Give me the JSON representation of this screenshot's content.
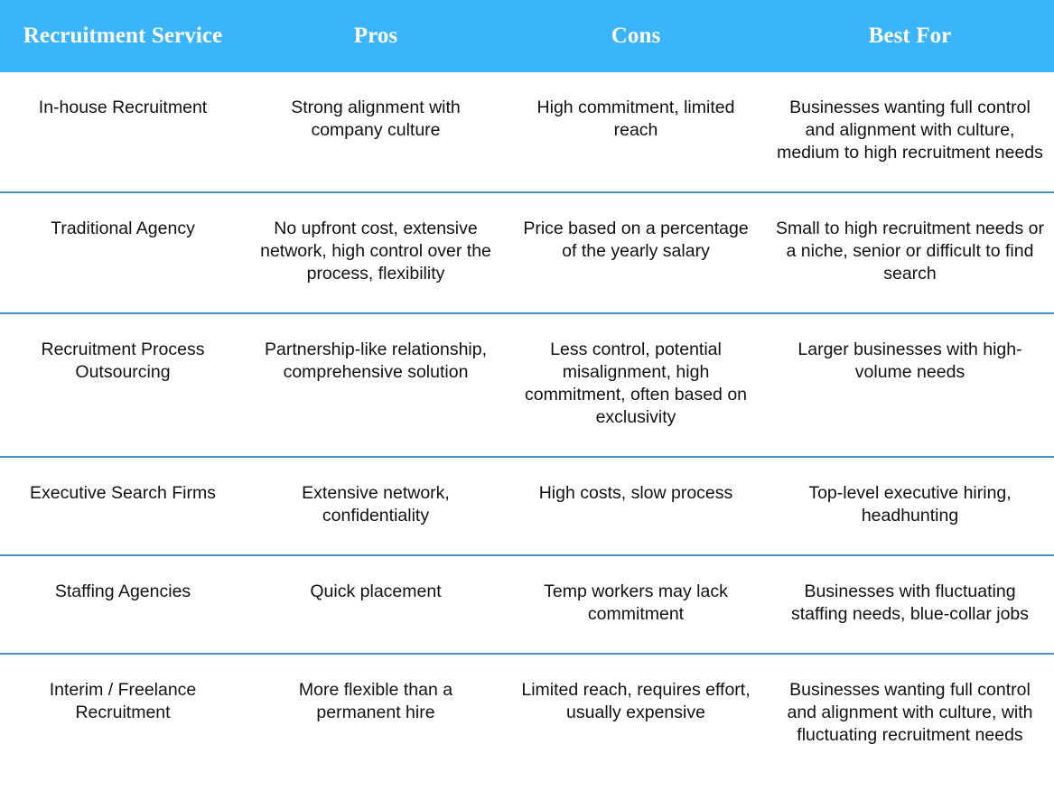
{
  "table": {
    "accent_color": "#3ab4fb",
    "separator_color": "#4a90c2",
    "header_text_color": "#ffffff",
    "body_text_color": "#111111",
    "columns": [
      {
        "key": "service",
        "label": "Recruitment Service"
      },
      {
        "key": "pros",
        "label": "Pros"
      },
      {
        "key": "cons",
        "label": "Cons"
      },
      {
        "key": "best_for",
        "label": "Best For"
      }
    ],
    "rows": [
      {
        "service": "In-house Recruitment",
        "pros": "Strong alignment with company culture",
        "cons": "High commitment, limited reach",
        "best_for": "Businesses wanting full control and alignment with culture, medium to high recruitment needs"
      },
      {
        "service": "Traditional Agency",
        "pros": "No upfront cost, extensive network, high control over the process, flexibility",
        "cons": "Price based on a percentage of the yearly salary",
        "best_for": "Small to high recruitment needs or a niche, senior or difficult to find search"
      },
      {
        "service": "Recruitment Process Outsourcing",
        "pros": "Partnership-like relationship, comprehensive solution",
        "cons": "Less control, potential misalignment, high commitment, often based on exclusivity",
        "best_for": "Larger businesses with high-volume needs"
      },
      {
        "service": "Executive Search Firms",
        "pros": "Extensive network, confidentiality",
        "cons": "High costs, slow process",
        "best_for": "Top-level executive hiring, headhunting"
      },
      {
        "service": "Staffing Agencies",
        "pros": "Quick placement",
        "cons": "Temp workers may lack commitment",
        "best_for": "Businesses with fluctuating staffing needs, blue-collar jobs"
      },
      {
        "service": "Interim / Freelance Recruitment",
        "pros": "More flexible than a permanent hire",
        "cons": "Limited reach, requires effort, usually expensive",
        "best_for": "Businesses wanting full control and alignment with culture, with fluctuating recruitment needs"
      }
    ]
  }
}
